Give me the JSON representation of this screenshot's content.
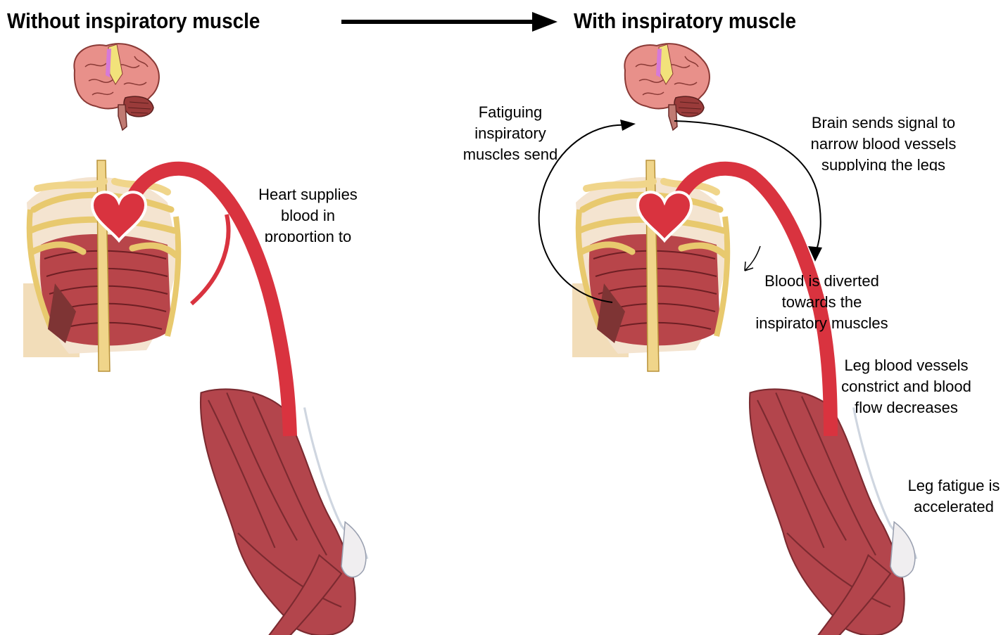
{
  "titles": {
    "left": "Without inspiratory muscle",
    "right": "With inspiratory muscle"
  },
  "labels": {
    "heart_supplies": [
      "Heart supplies",
      "blood in",
      "proportion to"
    ],
    "fatiguing": [
      "Fatiguing",
      "inspiratory",
      "muscles send"
    ],
    "brain_sends": [
      "Brain sends signal to",
      "narrow blood vessels",
      "supplying the legs"
    ],
    "blood_diverted": [
      "Blood is diverted",
      "towards the",
      "inspiratory muscles"
    ],
    "leg_vessels": [
      "Leg blood vessels",
      "constrict and blood",
      "flow decreases"
    ],
    "leg_fatigue": [
      "Leg fatigue is",
      "accelerated"
    ]
  },
  "colors": {
    "vessel": "#d9333f",
    "heart": "#d9333f",
    "brain": "#e8908a",
    "bone": "#f0d58a",
    "muscle": "#b3454c",
    "arrow": "#000000"
  },
  "icons": [
    "brain-icon",
    "heart-icon",
    "ribcage-icon",
    "leg-muscle-icon"
  ]
}
